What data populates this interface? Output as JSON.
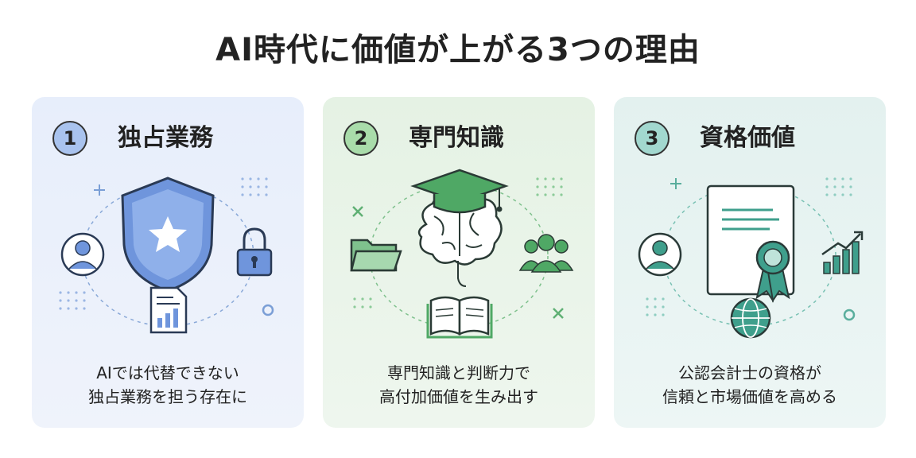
{
  "title": "AI時代に価値が上がる3つの理由",
  "cards": [
    {
      "number": "1",
      "heading": "独占業務",
      "desc_line1": "AIでは代替できない",
      "desc_line2": "独占業務を担う存在に",
      "accent": "#6f95dc",
      "icons": [
        "shield-star-icon",
        "person-icon",
        "lock-icon",
        "report-chart-icon"
      ]
    },
    {
      "number": "2",
      "heading": "専門知識",
      "desc_line1": "専門知識と判断力で",
      "desc_line2": "高付加価値を生み出す",
      "accent": "#4fa865",
      "icons": [
        "graduation-brain-icon",
        "folder-icon",
        "group-icon",
        "book-icon"
      ]
    },
    {
      "number": "3",
      "heading": "資格価値",
      "desc_line1": "公認会計士の資格が",
      "desc_line2": "信頼と市場価値を高める",
      "accent": "#3f9f8c",
      "icons": [
        "certificate-icon",
        "person-icon",
        "growth-chart-icon",
        "globe-icon"
      ]
    }
  ]
}
